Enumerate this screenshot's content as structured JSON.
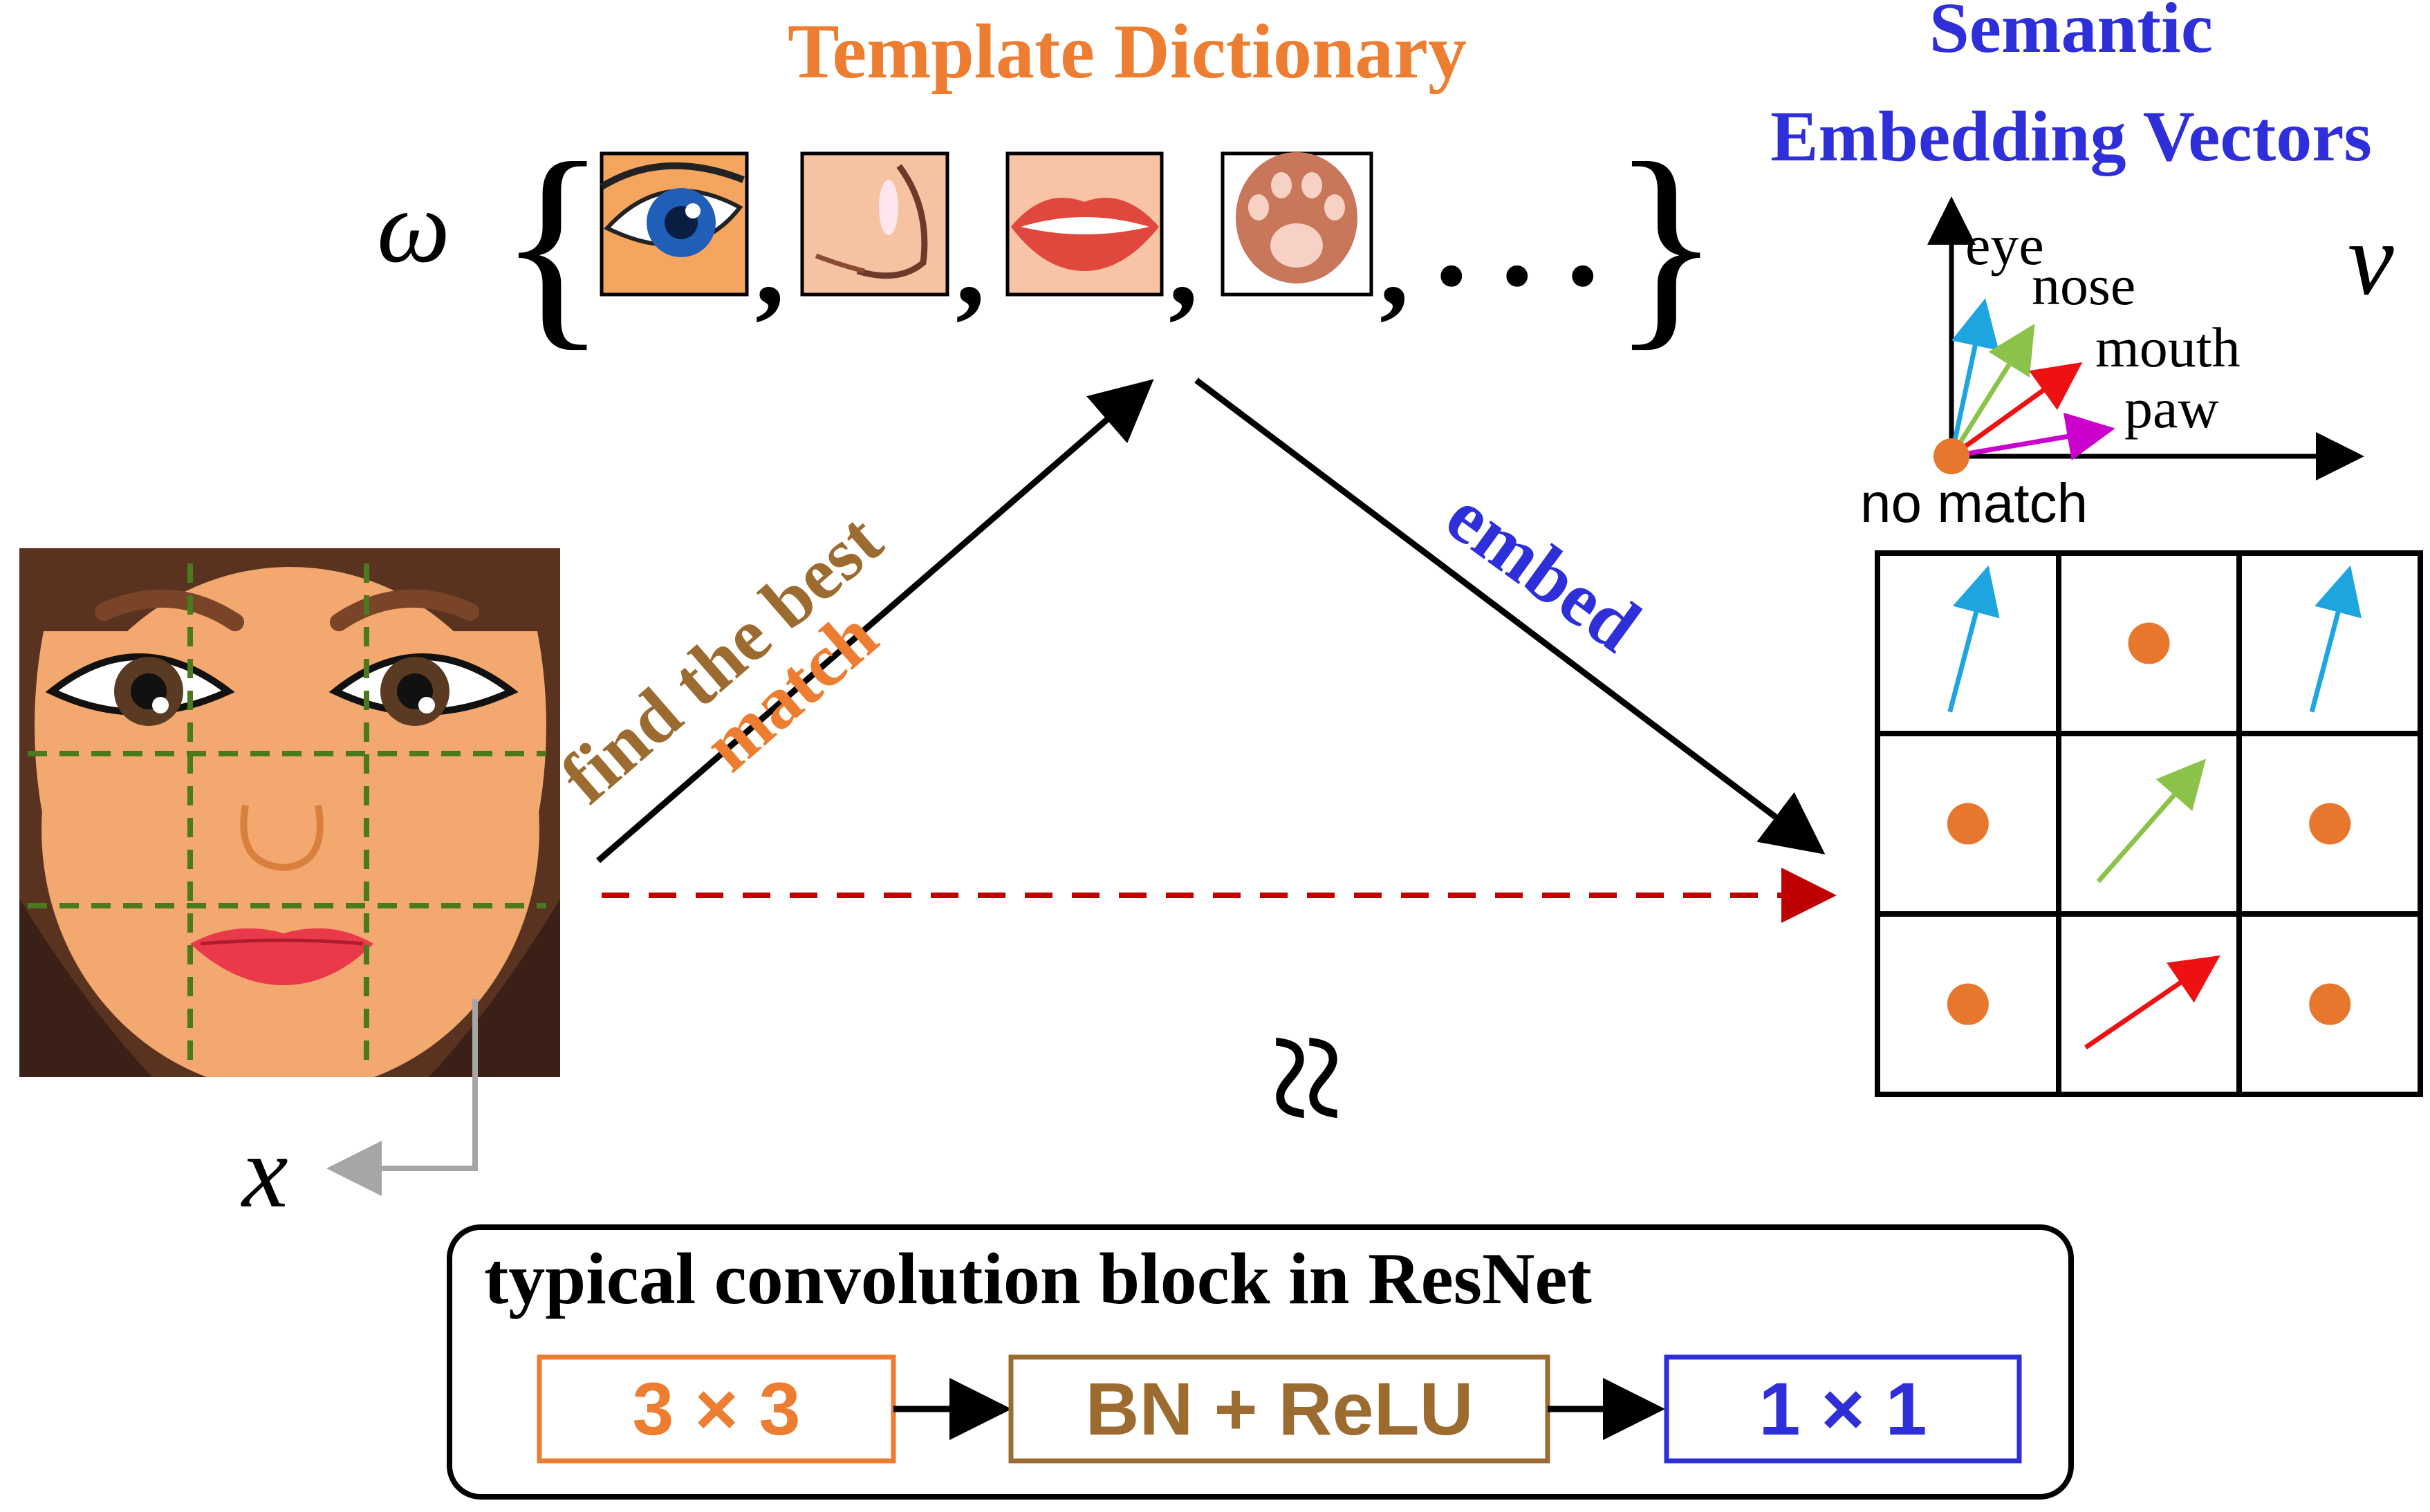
{
  "colors": {
    "orange": "#ED7D31",
    "brown": "#9C6B30",
    "blue": "#2F2FD9",
    "red_dashed": "#C00000",
    "eye_arrow": "#1EA5E0",
    "nose_arrow": "#8BC34A",
    "mouth_arrow": "#EE1111",
    "paw_arrow": "#CC00CC",
    "dot": "#E8772E",
    "grid_green": "#4A7A1E"
  },
  "dictionary": {
    "title": "Template Dictionary",
    "symbol": "ω",
    "ellipsis": ". . .",
    "templates": [
      "eye-template",
      "nose-template",
      "mouth-template",
      "paw-template"
    ]
  },
  "embedding": {
    "title_line1": "Semantic",
    "title_line2": "Embedding Vectors",
    "symbol": "ν",
    "vector_labels": [
      "eye",
      "nose",
      "mouth",
      "paw"
    ],
    "no_match_label": "no match"
  },
  "arrows": {
    "match_line1": "find the best",
    "match_line2": "match",
    "embed_label": "embed",
    "approx_symbol": "≈"
  },
  "input": {
    "symbol": "x"
  },
  "output_grid": {
    "cells": [
      "eye",
      "none",
      "eye",
      "none",
      "nose",
      "none",
      "none",
      "mouth",
      "none"
    ]
  },
  "resnet_block": {
    "title": "typical convolution block in ResNet",
    "steps": [
      "3 × 3",
      "BN + ReLU",
      "1 × 1"
    ]
  }
}
